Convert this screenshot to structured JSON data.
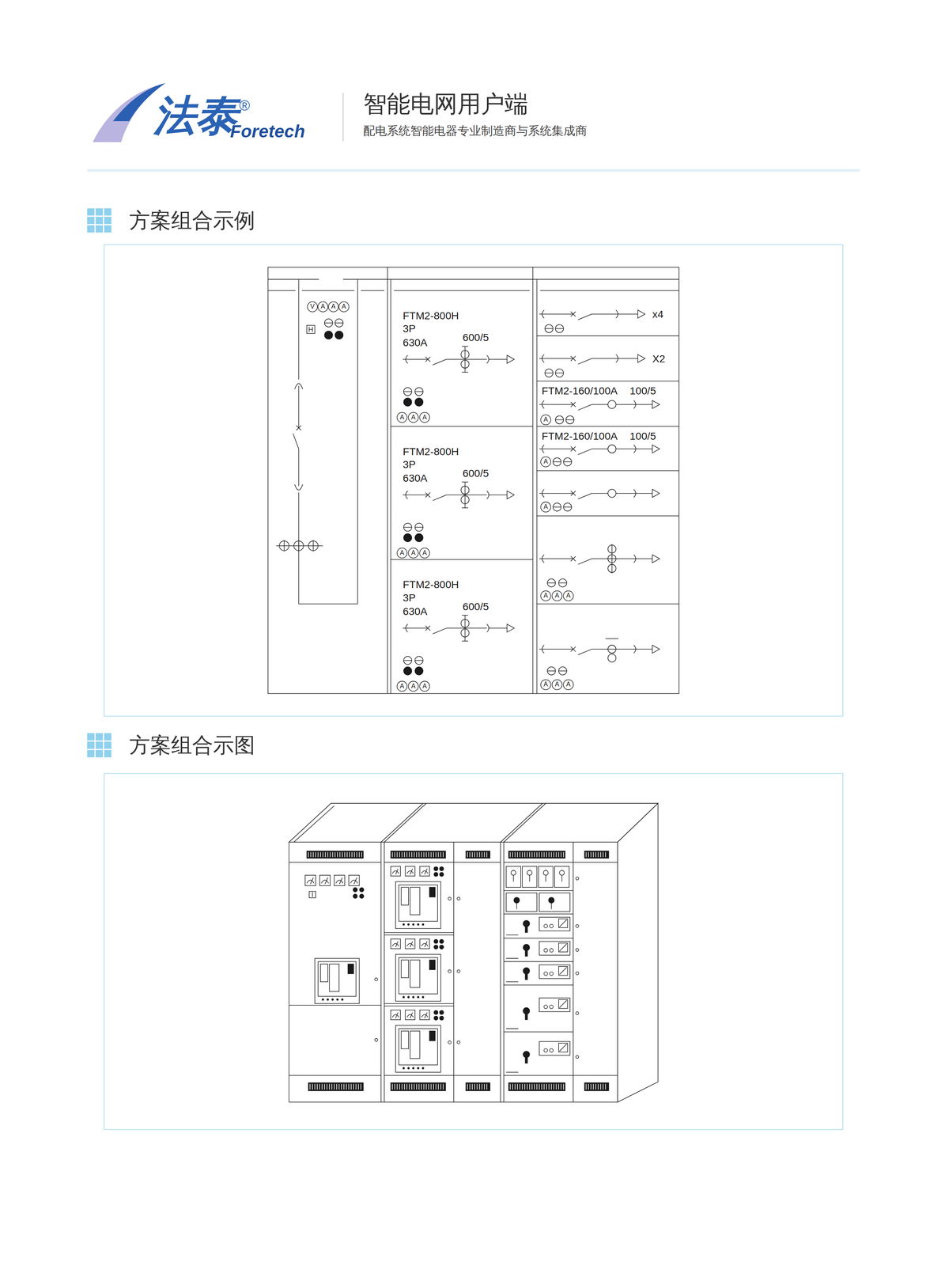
{
  "diagram": {
    "nodes": [
      {
        "text": [
          "V",
          "A",
          "A",
          "A"
        ]
      },
      {
        "text": [
          "FTM2-800H",
          "3P",
          "630A",
          "600/5",
          "A",
          "A",
          "A"
        ]
      },
      {
        "text": [
          "FTM2-800H",
          "3P",
          "630A",
          "600/5",
          "A",
          "A",
          "A"
        ]
      },
      {
        "text": [
          "FTM2-800H",
          "3P",
          "630A",
          "600/5",
          "A",
          "A",
          "A"
        ]
      },
      {
        "text": [
          "x4"
        ]
      },
      {
        "text": [
          "X2"
        ]
      },
      {
        "text": [
          "FTM2-160/100A",
          "100/5",
          "A"
        ]
      },
      {
        "text": [
          "FTM2-160/100A",
          "100/5",
          "A"
        ]
      },
      {
        "text": [
          "A"
        ]
      },
      {
        "text": [
          "A",
          "A",
          "A"
        ]
      },
      {
        "text": [
          "A",
          "A",
          "A"
        ]
      }
    ],
    "labels": [
      "法泰",
      "®",
      "Foretech",
      "智能电网用户端",
      "配电系统智能电器专业制造商与系统集成商",
      "方案组合示例",
      "方案组合示图"
    ]
  }
}
